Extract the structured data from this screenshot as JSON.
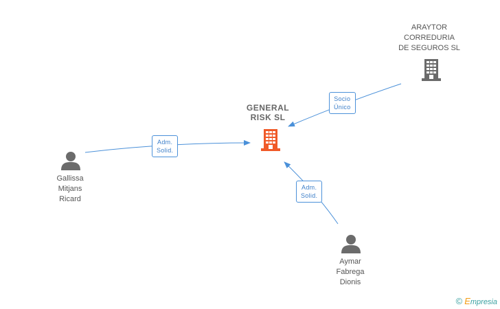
{
  "nodes": {
    "general_risk": {
      "line1": "GENERAL",
      "line2": "RISK SL",
      "color": "#f05a28"
    },
    "araytor": {
      "line1": "ARAYTOR",
      "line2": "CORREDURIA",
      "line3": "DE SEGUROS SL",
      "color": "#6b6b6b"
    },
    "gallissa": {
      "line1": "Gallissa",
      "line2": "Mitjans",
      "line3": "Ricard",
      "color": "#6b6b6b"
    },
    "aymar": {
      "line1": "Aymar",
      "line2": "Fabrega",
      "line3": "Dionis",
      "color": "#6b6b6b"
    }
  },
  "edges": {
    "socio_unico": {
      "line1": "Socio",
      "line2": "Único"
    },
    "adm_gallissa": {
      "line1": "Adm.",
      "line2": "Solid."
    },
    "adm_aymar": {
      "line1": "Adm.",
      "line2": "Solid."
    }
  },
  "colors": {
    "edge": "#4a90d9"
  },
  "footer": {
    "copyright": "©",
    "brand_first": "E",
    "brand_rest": "mpresia"
  }
}
